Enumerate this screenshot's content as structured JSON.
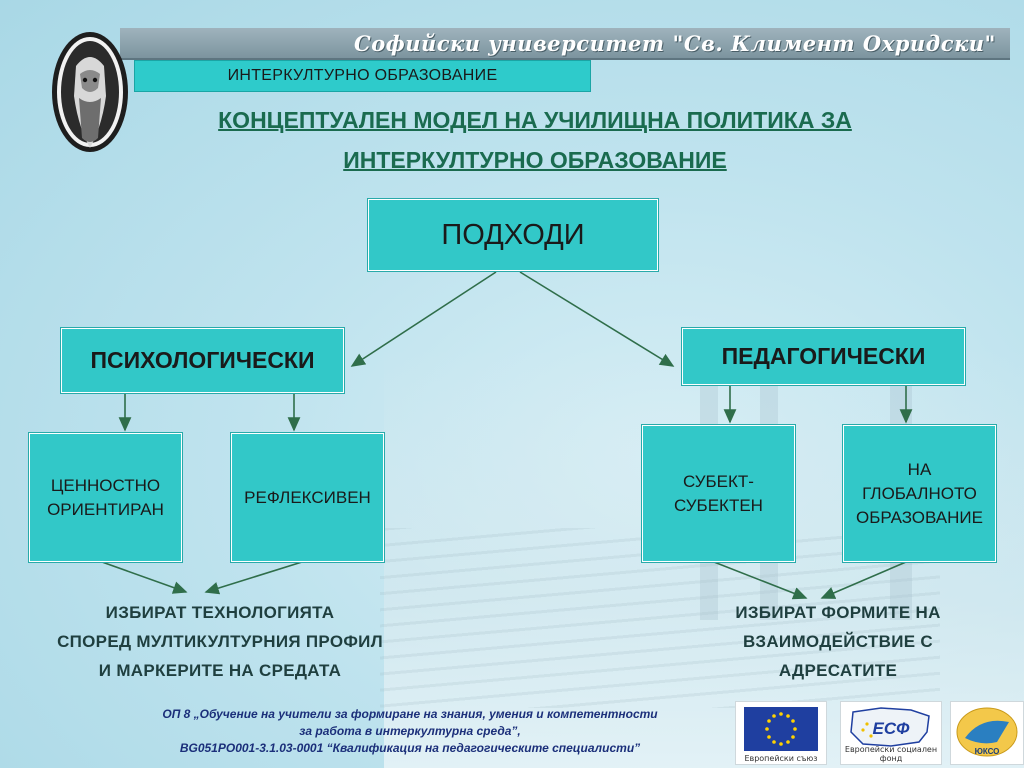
{
  "header": {
    "university": "Софийски университет \"Св. Климент Охридски\"",
    "topic": "ИНТЕРКУЛТУРНО  ОБРАЗОВАНИЕ"
  },
  "title": {
    "line1": "КОНЦЕПТУАЛЕН МОДЕЛ НА УЧИЛИЩНА ПОЛИТИКА ЗА",
    "line2": "ИНТЕРКУЛТУРНО ОБРАЗОВАНИЕ"
  },
  "diagram": {
    "root": "ПОДХОДИ",
    "left": {
      "label": "ПСИХОЛОГИЧЕСКИ",
      "children": [
        {
          "line1": "ЦЕННОСТНО",
          "line2": "ОРИЕНТИРАН"
        },
        {
          "line1": "РЕФЛЕКСИВЕН"
        }
      ],
      "conclusion": [
        "ИЗБИРАТ ТЕХНОЛОГИЯТА",
        "СПОРЕД МУЛТИКУЛТУРНИЯ ПРОФИЛ",
        "И МАРКЕРИТЕ НА СРЕДАТА"
      ]
    },
    "right": {
      "label": "ПЕДАГОГИЧЕСКИ",
      "children": [
        {
          "line1": "СУБЕКТ-",
          "line2": "СУБЕКТЕН"
        },
        {
          "line1": "НА",
          "line2": "ГЛОБАЛНОТО",
          "line3": "ОБРАЗОВАНИЕ"
        }
      ],
      "conclusion": [
        "ИЗБИРАТ ФОРМИТЕ НА",
        "ВЗАИМОДЕЙСТВИЕ С",
        "АДРЕСАТИТЕ"
      ]
    }
  },
  "footer": {
    "line1": "ОП 8 „Обучение на учители за формиране на знания, умения и компетентности",
    "line2": "за работа в интеркултурна среда”,",
    "line3": "BG051PO001-3.1.03-0001 “Квалификация на педагогическите специалисти”",
    "badges": {
      "eu": "Европейски съюз",
      "esf_mark": "ЕСФ",
      "esf": "Европейски социален фонд",
      "misc_mark": "ЮКСО"
    }
  },
  "colors": {
    "node": "#32c8c8",
    "title": "#1a6b4f",
    "arrows": "#2f6e4a",
    "footer": "#1b2f7a"
  }
}
